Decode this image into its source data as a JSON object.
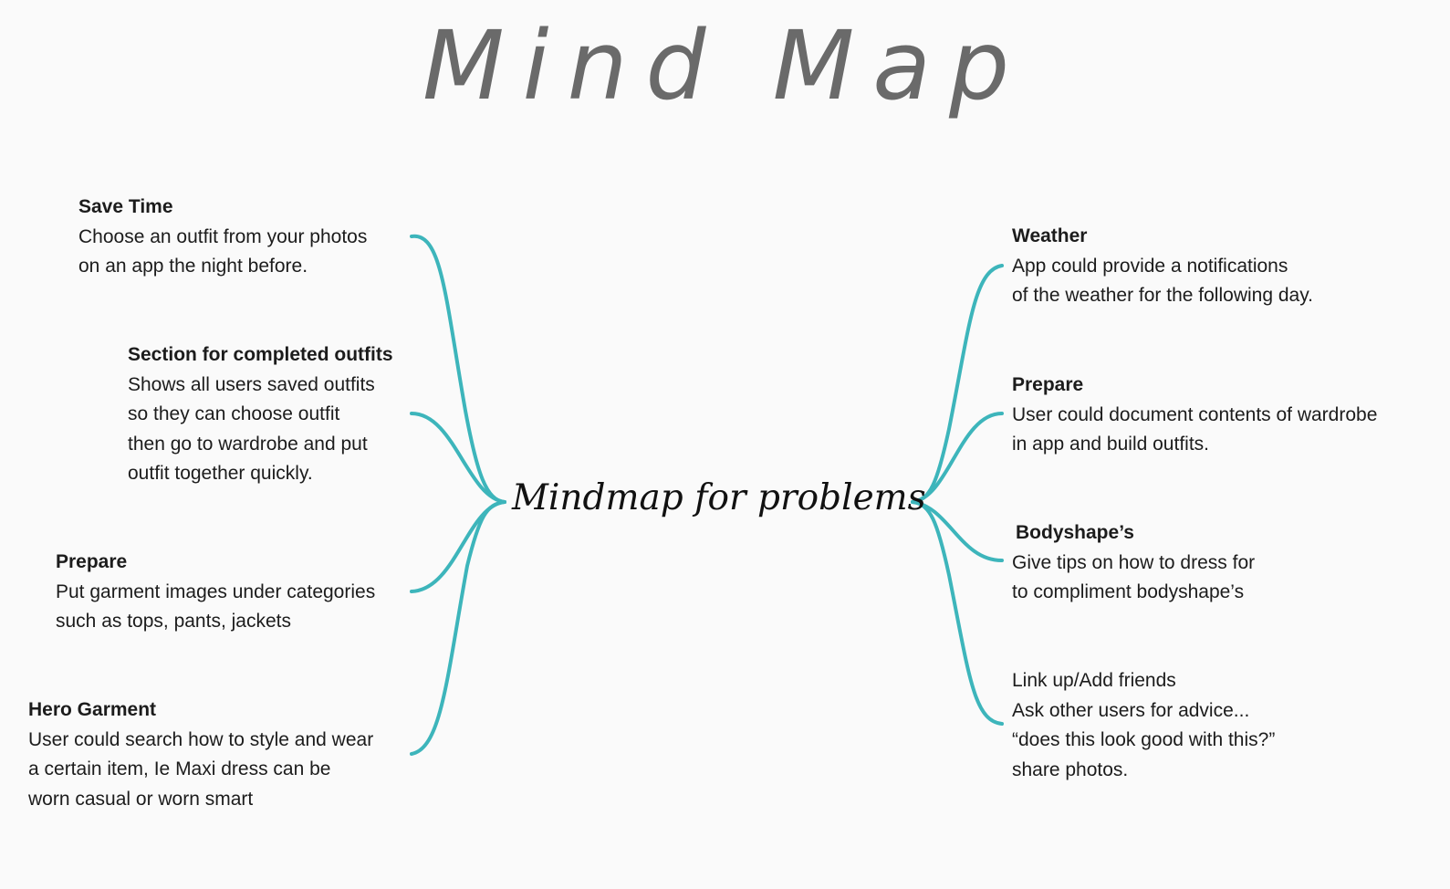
{
  "title": "Mind Map",
  "center": "Mindmap for problems",
  "colors": {
    "branch": "#3db5bb",
    "title": "#6a6a6a",
    "text": "#1c1c1c",
    "background": "#fafafa"
  },
  "left_nodes": [
    {
      "heading": "Save Time",
      "lines": [
        "Choose an outfit from your photos",
        "on an app the night before."
      ]
    },
    {
      "heading": "Section for completed outfits",
      "lines": [
        "Shows all users saved outfits",
        "so they can choose outfit",
        "then go to wardrobe and put",
        "outfit together quickly."
      ]
    },
    {
      "heading": "Prepare",
      "lines": [
        "Put garment images under categories",
        "such as tops, pants, jackets"
      ]
    },
    {
      "heading": "Hero Garment",
      "lines": [
        "User could search how to style and wear",
        "a certain item, Ie Maxi dress can be",
        "worn casual or worn smart"
      ]
    }
  ],
  "right_nodes": [
    {
      "heading": "Weather",
      "lines": [
        "App could provide a notifications",
        "of the weather for the following day."
      ]
    },
    {
      "heading": "Prepare",
      "lines": [
        "User could document contents of wardrobe",
        "in app and build outfits."
      ]
    },
    {
      "heading": "Bodyshape’s",
      "lines": [
        "Give tips on how to dress  for",
        "to compliment bodyshape’s"
      ]
    },
    {
      "heading": "",
      "lines": [
        "Link up/Add friends",
        "Ask other users for advice...",
        "“does this look good with this?”",
        "share photos."
      ]
    }
  ]
}
